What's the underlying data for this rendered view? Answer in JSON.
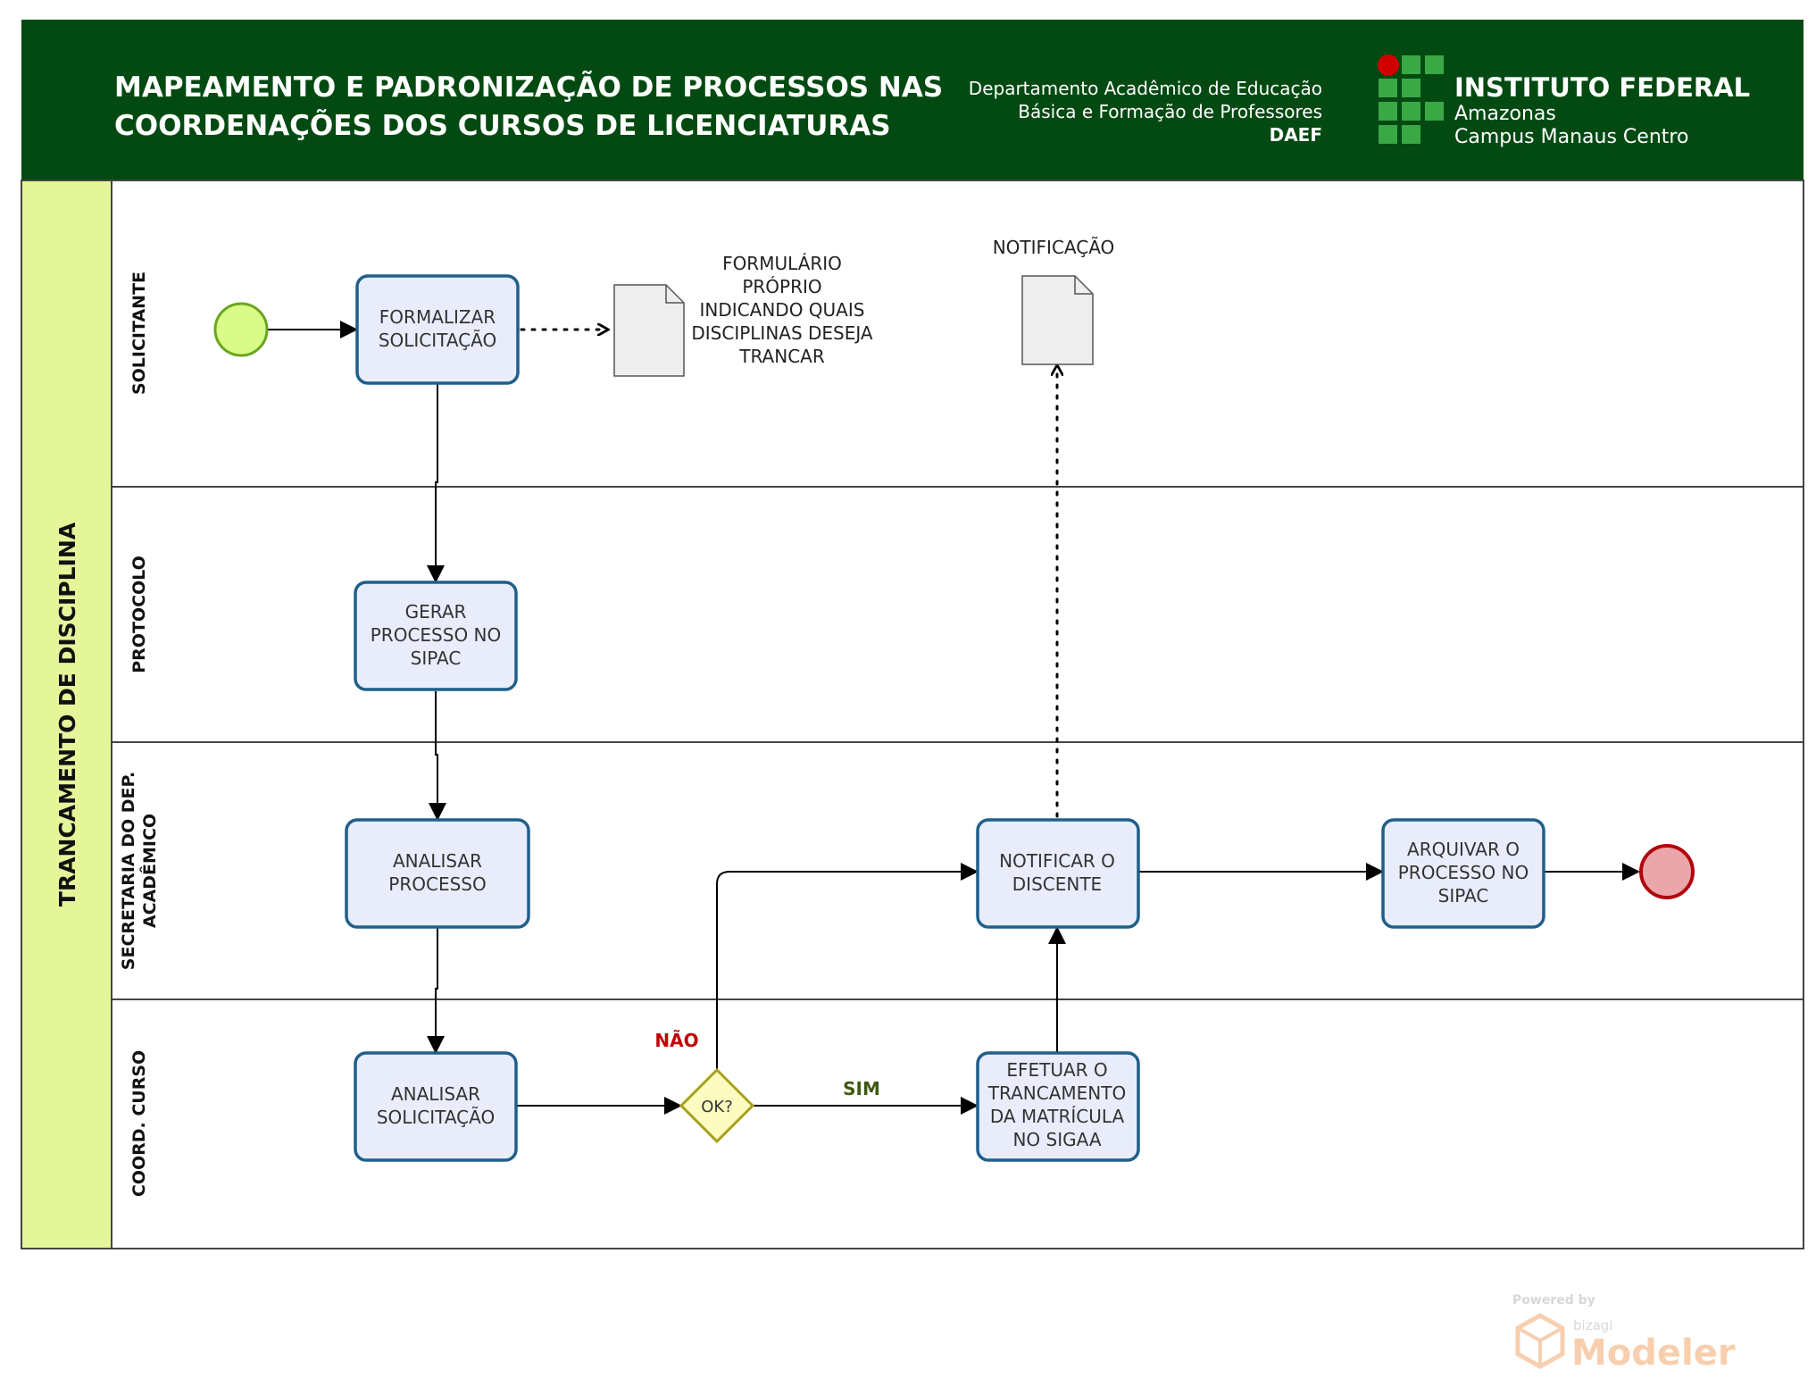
{
  "header": {
    "title_line1": "MAPEAMENTO E PADRONIZAÇÃO DE PROCESSOS NAS",
    "title_line2": "COORDENAÇÕES DOS CURSOS DE LICENCIATURAS",
    "department_line1": "Departamento Acadêmico de Educação",
    "department_line2": "Básica e Formação de Professores",
    "department_abbr": "DAEF",
    "institute_name": "INSTITUTO FEDERAL",
    "institute_state": "Amazonas",
    "institute_campus": "Campus Manaus Centro"
  },
  "pool": {
    "label": "TRANCAMENTO DE DISCIPLINA"
  },
  "lanes": {
    "solicitante": "SOLICITANTE",
    "protocolo": "PROTOCOLO",
    "secretaria_line1": "SECRETARIA DO DEP.",
    "secretaria_line2": "ACADÊMICO",
    "coord": "COORD. CURSO"
  },
  "tasks": {
    "formalizar": [
      "FORMALIZAR",
      "SOLICITAÇÃO"
    ],
    "gerar": [
      "GERAR",
      "PROCESSO NO",
      "SIPAC"
    ],
    "analisar_processo": [
      "ANALISAR",
      "PROCESSO"
    ],
    "analisar_solicitacao": [
      "ANALISAR",
      "SOLICITAÇÃO"
    ],
    "notificar": [
      "NOTIFICAR O",
      "DISCENTE"
    ],
    "efetuar": [
      "EFETUAR O",
      "TRANCAMENTO",
      "DA MATRÍCULA",
      "NO SIGAA"
    ],
    "arquivar": [
      "ARQUIVAR O",
      "PROCESSO NO",
      "SIPAC"
    ]
  },
  "gateway": {
    "label": "OK?",
    "yes_label": "SIM",
    "no_label": "NÃO"
  },
  "artifacts": {
    "formulario": [
      "FORMULÁRIO",
      "PRÓPRIO",
      "INDICANDO QUAIS",
      "DISCIPLINAS DESEJA",
      "TRANCAR"
    ],
    "notificacao": "NOTIFICAÇÃO"
  },
  "watermark": {
    "powered_by": "Powered by",
    "brand_small": "bizagi",
    "brand": "Modeler"
  },
  "colors": {
    "header_bg": "#034a12",
    "pool_band": "#e4f59a",
    "task_fill": "#e9edfb",
    "task_border": "#1f5f8b",
    "start_event": "#d9fb88",
    "end_event": "#eba6a9",
    "gateway_fill": "#fdfcc0",
    "no_label": "#c00000",
    "yes_label": "#3e5a12"
  }
}
